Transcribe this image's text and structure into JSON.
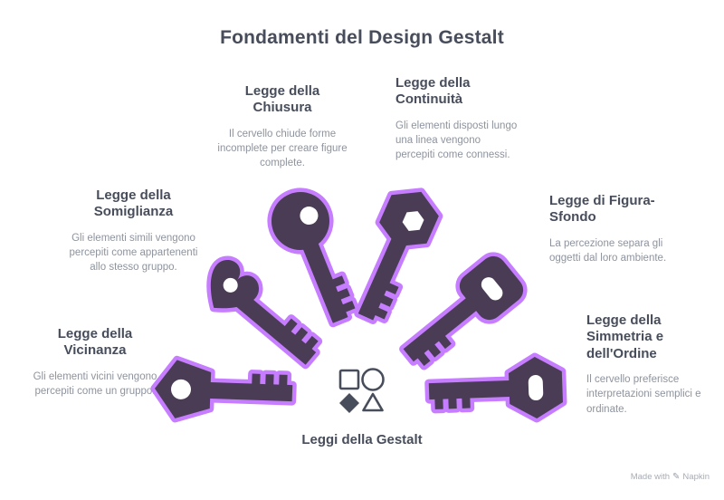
{
  "title": "Fondamenti del Design Gestalt",
  "laws": [
    {
      "id": "chiusura",
      "heading": "Legge della\nChiusura",
      "body": "Il cervello chiude forme incomplete per creare figure complete."
    },
    {
      "id": "continuita",
      "heading": "Legge della\nContinuità",
      "body": "Gli elementi disposti lungo una linea vengono percepiti come connessi."
    },
    {
      "id": "somiglianza",
      "heading": "Legge della\nSomiglianza",
      "body": "Gli elementi simili vengono percepiti come appartenenti allo stesso gruppo."
    },
    {
      "id": "figura-sfondo",
      "heading": "Legge di Figura-\nSfondo",
      "body": "La percezione separa gli oggetti dal loro ambiente."
    },
    {
      "id": "vicinanza",
      "heading": "Legge della\nVicinanza",
      "body": "Gli elementi vicini vengono percepiti come un gruppo."
    },
    {
      "id": "simmetria",
      "heading": "Legge della\nSimmetria e\ndell'Ordine",
      "body": "Il cervello preferisce interpretazioni semplici e ordinate."
    }
  ],
  "center": {
    "label": "Leggi della Gestalt",
    "shape_icons": [
      "square-icon",
      "circle-icon",
      "diamond-icon",
      "triangle-icon"
    ]
  },
  "keys": [
    "pentagon-key",
    "heart-key",
    "round-key",
    "hexagon-key",
    "rounded-square-key",
    "hexagon-key"
  ],
  "watermark": {
    "prefix": "Made with",
    "brand": "Napkin",
    "pen_icon": "✎"
  },
  "colors": {
    "key_outline": "#c77dff",
    "key_fill": "#4a3c55",
    "heading_text": "#474d5b",
    "body_text": "#8e939d",
    "background": "#ffffff"
  }
}
